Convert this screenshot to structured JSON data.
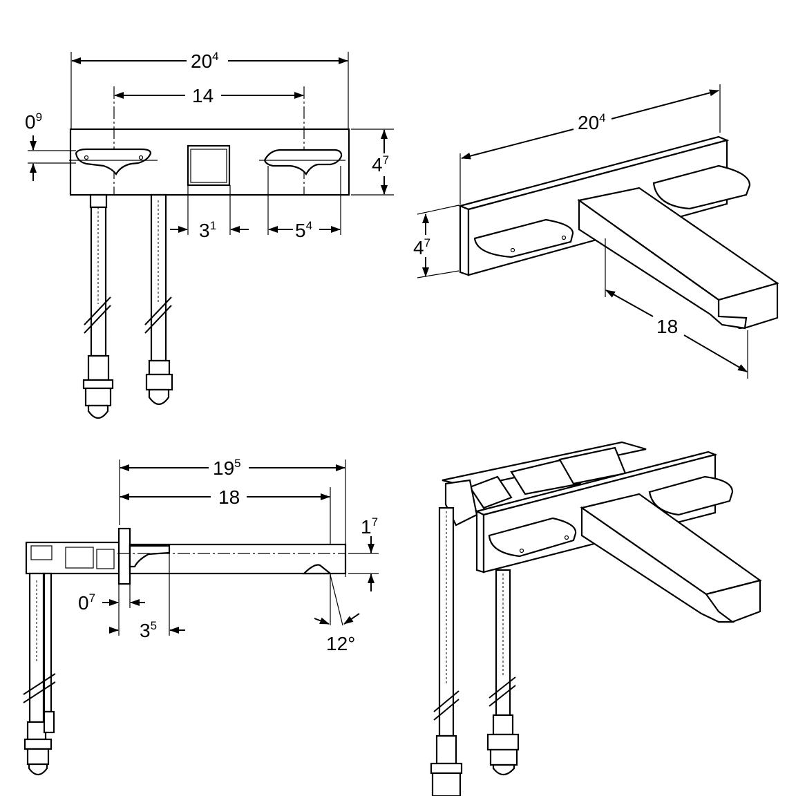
{
  "colors": {
    "line": "#000000",
    "background": "#ffffff"
  },
  "front_view": {
    "width": {
      "main": "20",
      "sup": "4"
    },
    "handle_spacing": {
      "main": "14",
      "sup": ""
    },
    "handle_offset": {
      "main": "0",
      "sup": "9"
    },
    "height": {
      "main": "4",
      "sup": "7"
    },
    "center_width": {
      "main": "3",
      "sup": "1"
    },
    "handle_width": {
      "main": "5",
      "sup": "4"
    }
  },
  "iso_view": {
    "width": {
      "main": "20",
      "sup": "4"
    },
    "height": {
      "main": "4",
      "sup": "7"
    },
    "spout_projection": {
      "main": "18",
      "sup": ""
    }
  },
  "side_view": {
    "overall_projection": {
      "main": "19",
      "sup": "5"
    },
    "spout_projection": {
      "main": "18",
      "sup": ""
    },
    "spout_height": {
      "main": "1",
      "sup": "7"
    },
    "plate_thickness": {
      "main": "0",
      "sup": "7"
    },
    "handle_depth": {
      "main": "3",
      "sup": "5"
    },
    "outlet_angle": "12°"
  }
}
